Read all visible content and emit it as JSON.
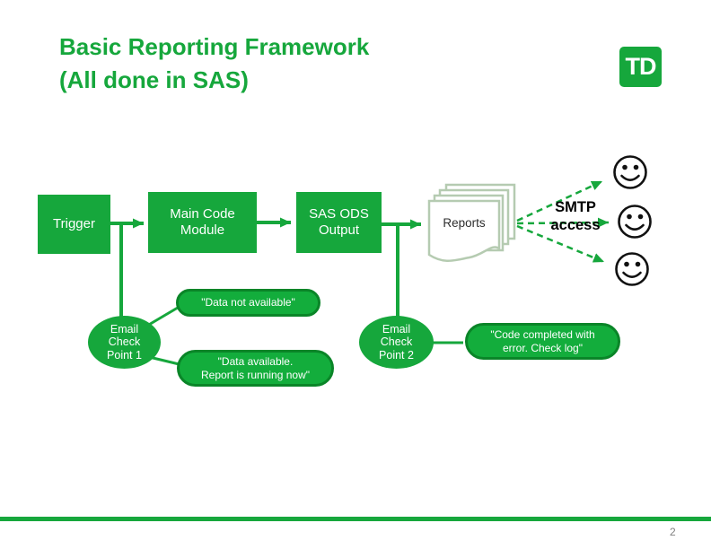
{
  "slide": {
    "title_line1": "Basic Reporting Framework",
    "title_line2": "(All done in SAS)",
    "page_number": "2"
  },
  "logo": {
    "text": "TD"
  },
  "colors": {
    "green": "#16A73C",
    "dark_green": "#0A8528",
    "stadium_green": "#13AD3C",
    "sage_page_border": "#B5CBB1",
    "smiley_black": "#111111",
    "page_number_gray": "#7F7F7F"
  },
  "flow": {
    "trigger_label": "Trigger",
    "main_code_label": "Main Code\nModule",
    "sas_ods_label": "SAS ODS\nOutput",
    "reports_label": "Reports",
    "smtp_label": "SMTP\naccess",
    "checkpoint1_label": "Email\nCheck\nPoint 1",
    "checkpoint2_label": "Email\nCheck\nPoint 2",
    "msg_data_not_available": "\"Data not available\"",
    "msg_data_available": "\"Data available.\nReport is running now\"",
    "msg_code_completed": "\"Code completed with\nerror. Check log\""
  },
  "icons": {
    "td-logo": "green rounded square with white TD monogram",
    "reports-stack-icon": "stack of overlapping report pages",
    "smiley-icon": "smiling face (happy recipient)"
  }
}
